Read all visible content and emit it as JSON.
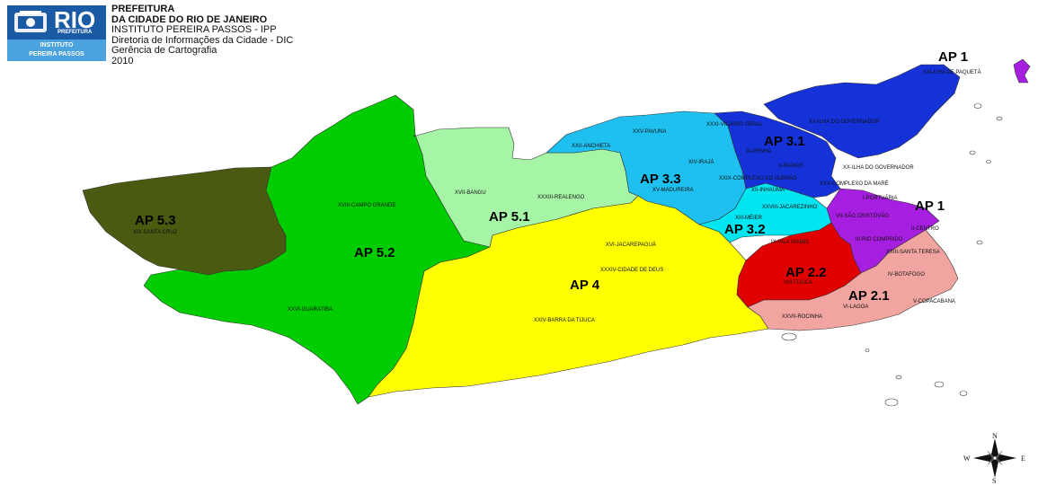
{
  "logo": {
    "city": "RIO",
    "sub": "PREFEITURA",
    "institute_line1": "INSTITUTO",
    "institute_line2": "PEREIRA PASSOS"
  },
  "header": {
    "line1": "PREFEITURA",
    "line2": "DA CIDADE DO RIO DE JANEIRO",
    "line3": "INSTITUTO PEREIRA PASSOS - IPP",
    "line4": "Diretoria de Informações da Cidade - DIC",
    "line5": "Gerência de Cartografia",
    "line6": "2010"
  },
  "areas": {
    "ap1_north": "AP 1",
    "ap1": "AP 1",
    "ap21": "AP 2.1",
    "ap22": "AP 2.2",
    "ap31": "AP 3.1",
    "ap32": "AP 3.2",
    "ap33": "AP 3.3",
    "ap4": "AP 4",
    "ap51": "AP 5.1",
    "ap52": "AP 5.2",
    "ap53": "AP 5.3"
  },
  "regions": {
    "paqueta": "XXI-ILHA DE PAQUETÁ",
    "governador1": "XX-ILHA DO GOVERNADOR",
    "governador2": "XX-ILHA DO GOVERNADOR",
    "vigario": "XXXI-VIGÁRIO GERAL",
    "penha": "XI-PENHA",
    "ramos": "X-RAMOS",
    "mare": "XXX-COMPLEXO DA MARÉ",
    "alemao": "XXIX-COMPLEXO DO ALEMÃO",
    "pavuna": "XXV-PAVUNA",
    "anchieta": "XXII-ANCHIETA",
    "iraja": "XIV-IRAJÁ",
    "madureira": "XV-MADUREIRA",
    "inhauma": "XII-INHAÚMA",
    "jacarezinho": "XXVIII-JACAREZINHO",
    "meier": "XIII-MÉIER",
    "portuaria": "I-PORTUÁRIA",
    "sao_cristovao": "VII-SÃO CRISTÓVÃO",
    "centro": "II-CENTRO",
    "rio_comprido": "III-RIO COMPRIDO",
    "vila_isabel": "IX-VILA ISABEL",
    "tijuca": "VIII-TIJUCA",
    "santa_teresa": "XXIII-SANTA TERESA",
    "botafogo": "IV-BOTAFOGO",
    "copacabana": "V-COPACABANA",
    "lagoa": "VI-LAGOA",
    "rocinha": "XXVII-ROCINHA",
    "jacarepagua": "XVI-JACAREPAGUÁ",
    "cidade_deus": "XXXIV-CIDADE DE DEUS",
    "barra": "XXIV-BARRA DA TIJUCA",
    "bangu": "XVII-BANGU",
    "realengo": "XXXIII-REALENGO",
    "campo_grande": "XVIII-CAMPO GRANDE",
    "guaratiba": "XXVI-GUARATIBA",
    "santa_cruz": "XIX-SANTA CRUZ"
  },
  "compass": {
    "n": "N",
    "s": "S",
    "e": "E",
    "w": "W"
  },
  "colors": {
    "ap1": "#a61ee0",
    "ap21": "#f2a5a0",
    "ap22": "#e00000",
    "ap31": "#1432d8",
    "ap32": "#00e5f0",
    "ap33": "#1ec0f0",
    "ap4": "#ffff00",
    "ap51": "#a6f5a6",
    "ap52": "#00cc00",
    "ap53": "#4a5a10"
  }
}
